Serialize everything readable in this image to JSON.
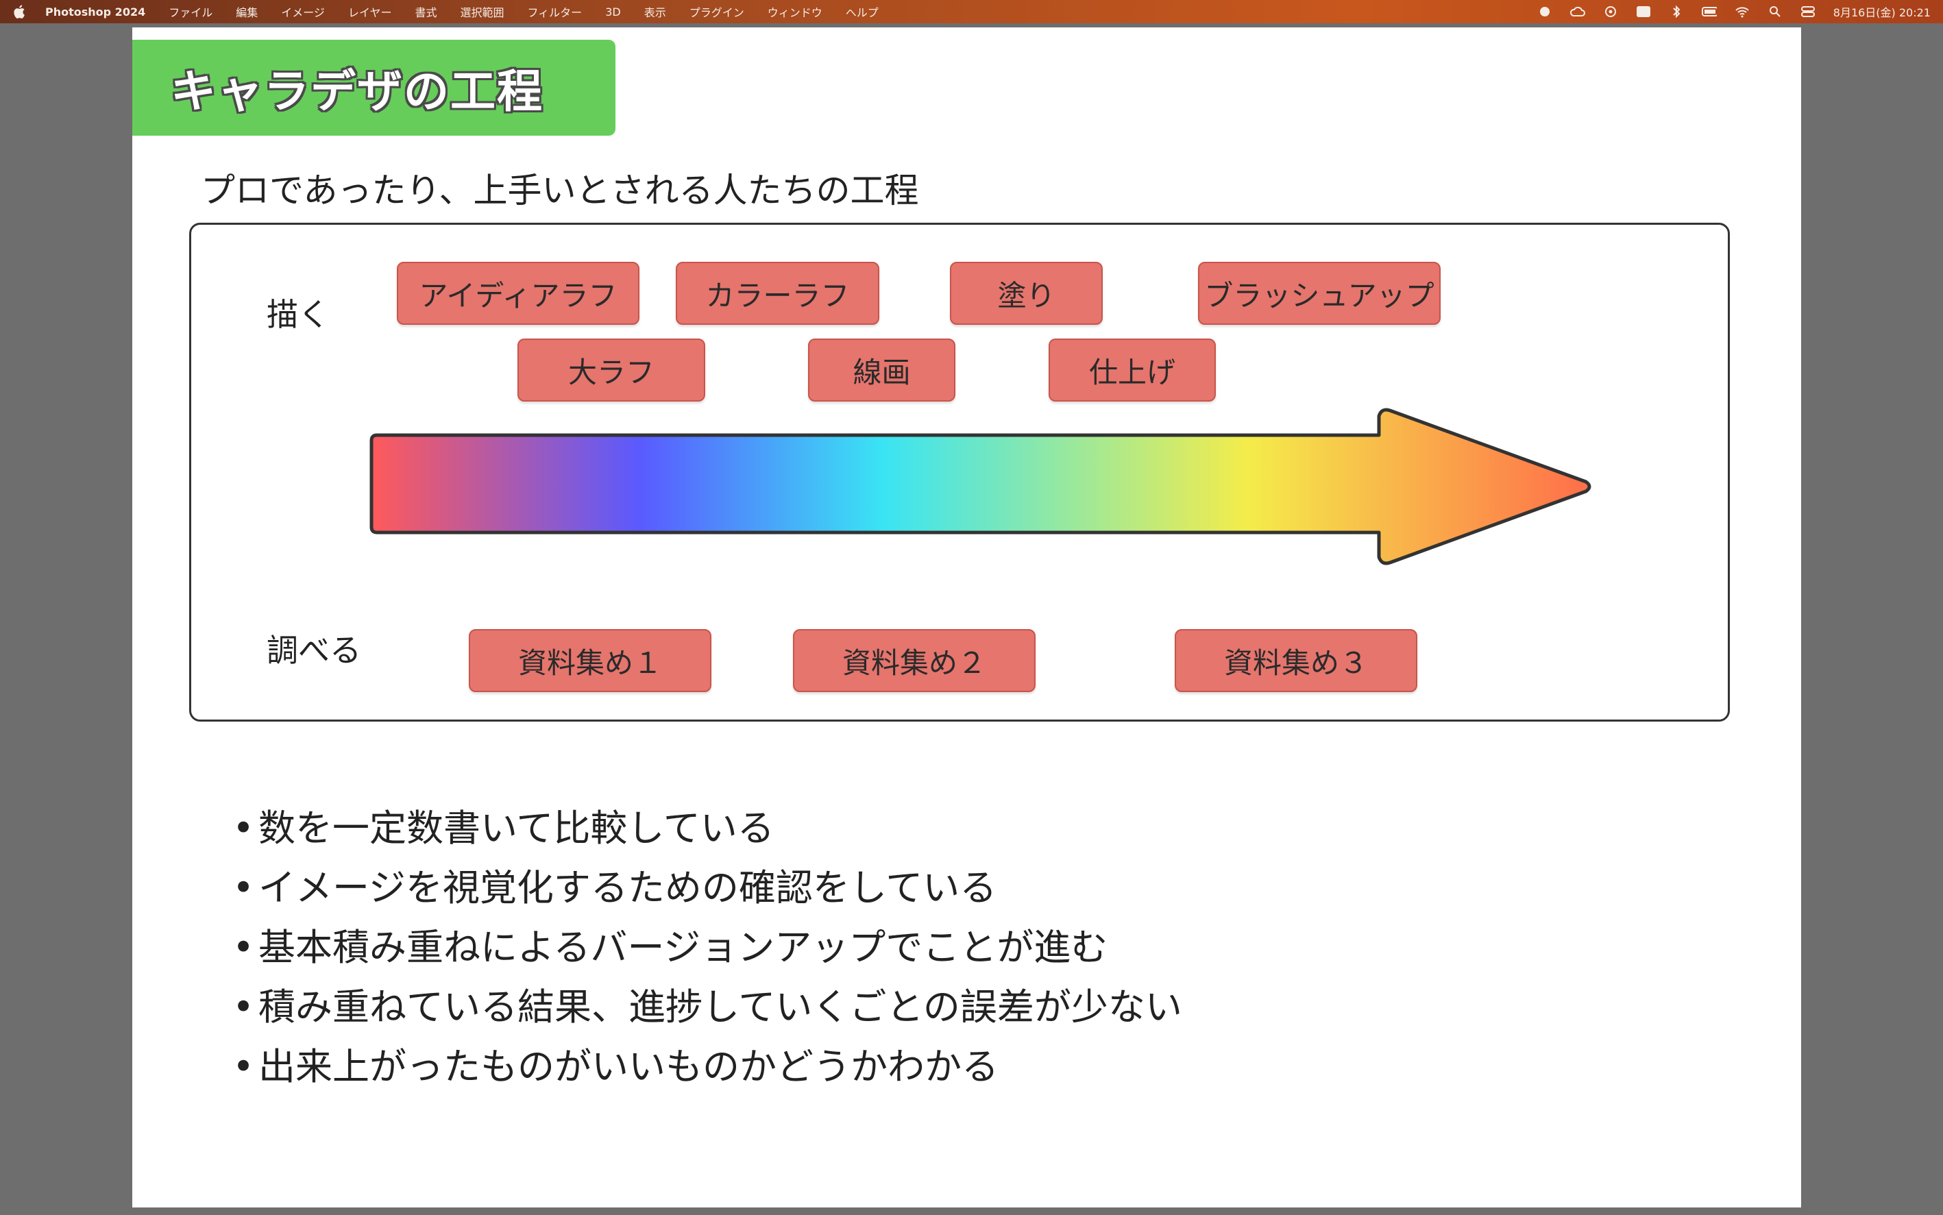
{
  "menubar": {
    "app_name": "Photoshop 2024",
    "menus": [
      "ファイル",
      "編集",
      "イメージ",
      "レイヤー",
      "書式",
      "選択範囲",
      "フィルター",
      "3D",
      "表示",
      "プラグイン",
      "ウィンドウ",
      "ヘルプ"
    ],
    "clock": "8月16日(金) 20:21",
    "colors": {
      "bar_start": "#6b2f1a",
      "bar_end": "#c8571d"
    }
  },
  "slide": {
    "title": "キャラデザの工程",
    "subtitle": "プロであったり、上手いとされる人たちの工程",
    "draw_label": "描く",
    "research_label": "調べる",
    "draw_steps_top": [
      "アイディアラフ",
      "カラーラフ",
      "塗り",
      "ブラッシュアップ"
    ],
    "draw_steps_bottom": [
      "大ラフ",
      "線画",
      "仕上げ"
    ],
    "research_steps": [
      "資料集め１",
      "資料集め２",
      "資料集め３"
    ],
    "bullets": [
      "数を一定数書いて比較している",
      "イメージを視覚化するための確認をしている",
      "基本積み重ねによるバージョンアップでことが進む",
      "積み重ねている結果、進捗していくごとの誤差が少ない",
      "出来上がったものがいいものかどうかわかる"
    ],
    "colors": {
      "banner": "#66cd5a",
      "pill": "#e5756d",
      "arrow_gradient": [
        "#ff5a5a",
        "#5a5aff",
        "#3ae4f4",
        "#f4ec4a",
        "#ff6e4a"
      ]
    }
  }
}
